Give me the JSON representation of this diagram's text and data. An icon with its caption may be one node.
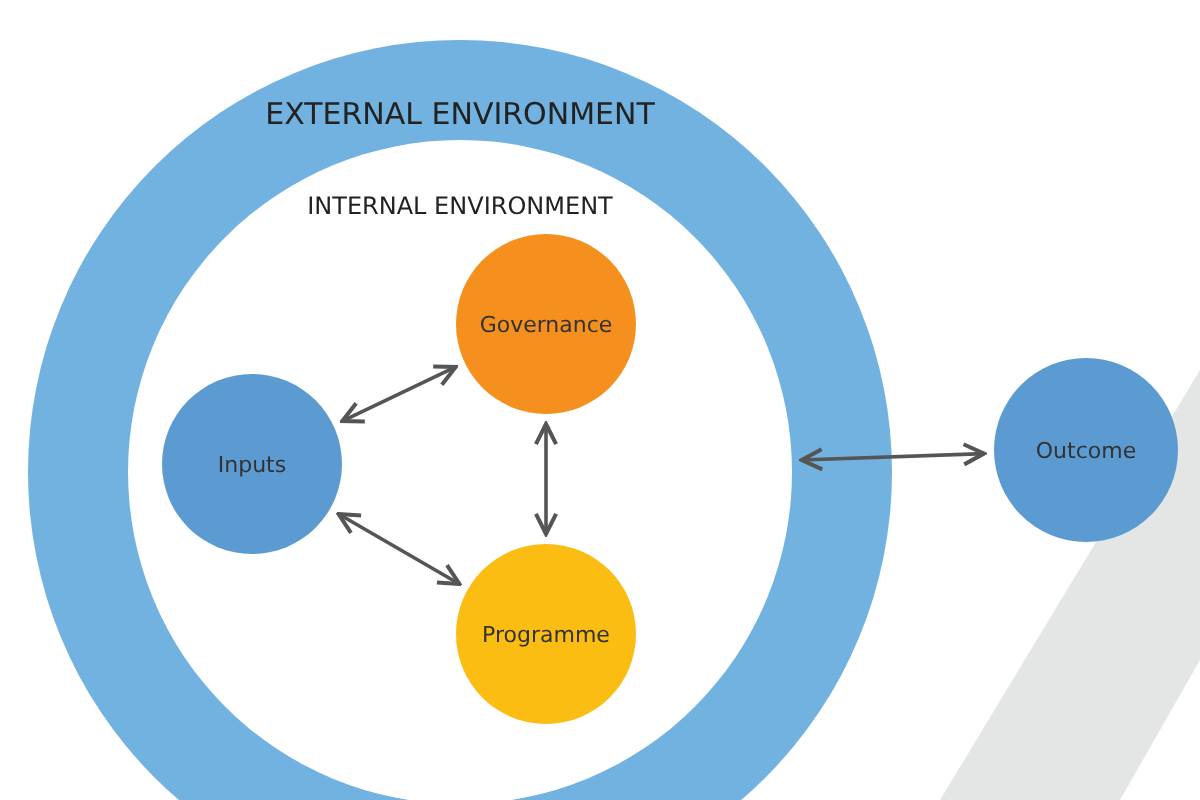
{
  "diagram": {
    "nodes": [
      {
        "text": [
          "EXTERNAL ENVIRONMENT"
        ]
      },
      {
        "text": [
          "INTERNAL ENVIRONMENT"
        ],
        "in": 0
      },
      {
        "text": [
          "Governance"
        ],
        "in": 1
      },
      {
        "text": [
          "Inputs"
        ],
        "in": 1
      },
      {
        "text": [
          "Programme"
        ],
        "in": 1
      },
      {
        "text": [
          "Outcome"
        ]
      }
    ],
    "edges": [
      {
        "from": 3,
        "to": 2,
        "arrow": "both"
      },
      {
        "from": 2,
        "to": 4,
        "arrow": "both"
      },
      {
        "from": 3,
        "to": 4,
        "arrow": "both"
      },
      {
        "from": 1,
        "to": 5,
        "arrow": "both"
      }
    ]
  }
}
